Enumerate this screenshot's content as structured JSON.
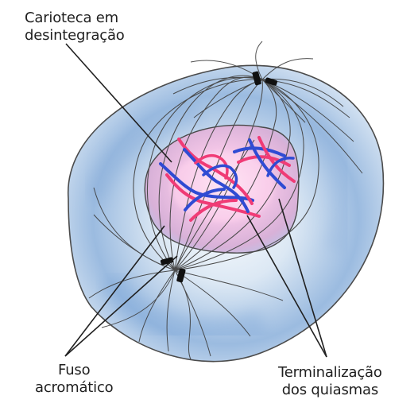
{
  "labels": {
    "carioteca": {
      "line1": "Carioteca em",
      "line2": "desintegração"
    },
    "fuso": {
      "line1": "Fuso",
      "line2": "acromático"
    },
    "terminalizacao": {
      "line1": "Terminalização",
      "line2": "dos quiasmas"
    }
  },
  "colors": {
    "cell_blue": "#7aa5d6",
    "cell_light": "#eef3f8",
    "nucleus_pink": "#efb7df",
    "chromosome_blue": "#2a4bd1",
    "chromosome_red": "#f03b76",
    "line_dark": "#333333"
  }
}
